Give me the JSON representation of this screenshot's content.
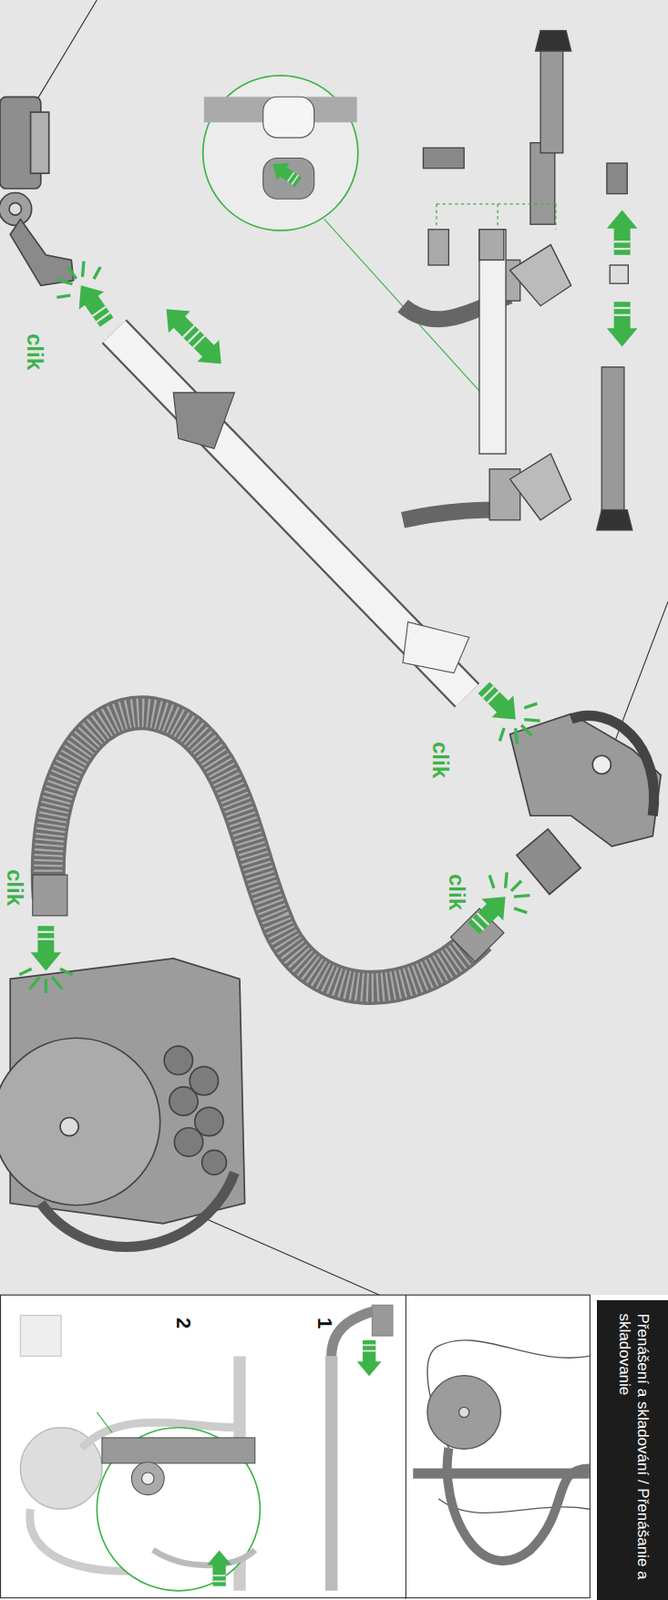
{
  "diagram": {
    "nodes": [
      {
        "text": [
          "Přenášení a skladování / Přenášanie a skladovanie"
        ]
      }
    ],
    "labels": [
      "clik",
      "clik",
      "clik",
      "clik",
      "1",
      "2"
    ]
  }
}
